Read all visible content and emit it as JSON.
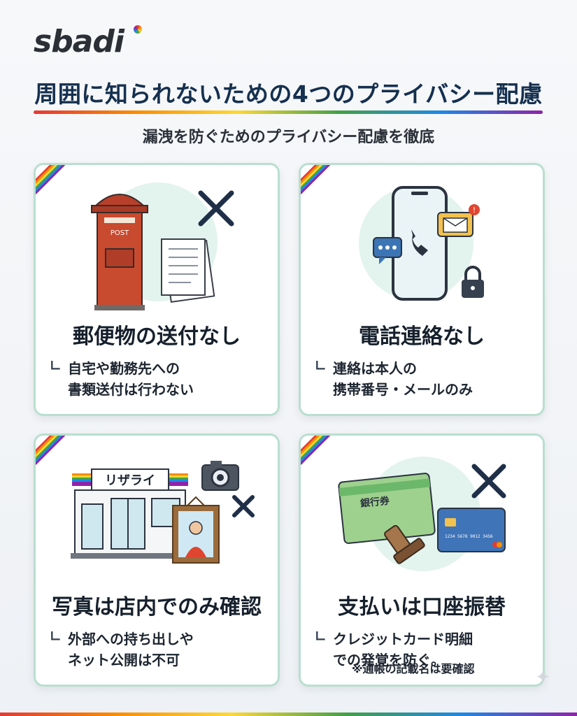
{
  "brand": {
    "logo_text": "sbadi"
  },
  "header": {
    "title": "周囲に知られないための4つのプライバシー配慮",
    "subtitle": "漏洩を防ぐためのプライバシー配慮を徹底"
  },
  "cards": [
    {
      "title": "郵便物の送付なし",
      "desc_lines": [
        "自宅や勤務先への",
        "書類送付は行わない"
      ],
      "icons": [
        "mailbox-icon",
        "documents-icon",
        "cross-icon"
      ],
      "mailbox_label": "POST"
    },
    {
      "title": "電話連絡なし",
      "desc_lines": [
        "連絡は本人の",
        "携帯番号・メールのみ"
      ],
      "icons": [
        "smartphone-icon",
        "phone-icon",
        "chat-bubble-icon",
        "mail-icon",
        "lock-icon"
      ]
    },
    {
      "title": "写真は店内でのみ確認",
      "desc_lines": [
        "外部への持ち出しや",
        "ネット公開は不可"
      ],
      "icons": [
        "store-icon",
        "camera-icon",
        "portrait-frame-icon",
        "cross-icon"
      ],
      "store_sign": "リザライ"
    },
    {
      "title": "支払いは口座振替",
      "desc_lines": [
        "クレジットカード明細",
        "での発覚を防ぐ。"
      ],
      "note": "※通帳の記載名は要確認",
      "icons": [
        "bankbook-icon",
        "stamp-icon",
        "credit-card-icon",
        "cross-icon"
      ],
      "bankbook_label": "銀行券",
      "card_number": "1234 5678 9012 3456"
    }
  ],
  "desc_mark": "∟",
  "colors": {
    "title": "#15304f",
    "card_border": "#b9dfcf",
    "cross": "#1f2f48",
    "mailbox_red": "#c84a2f",
    "rainbow": [
      "#e53935",
      "#fb8c00",
      "#fdd835",
      "#43a047",
      "#1e88e5",
      "#8e24aa"
    ]
  }
}
